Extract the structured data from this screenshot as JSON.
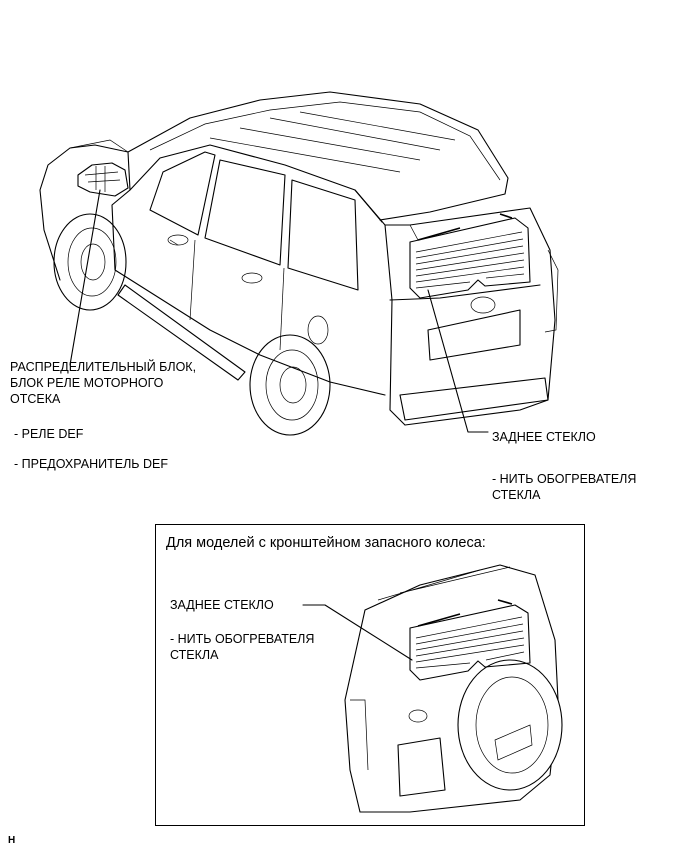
{
  "labels": {
    "relay_block_line1": "РАСПРЕДЕЛИТЕЛЬНЫЙ БЛОК,",
    "relay_block_line2": "БЛОК РЕЛЕ МОТОРНОГО",
    "relay_block_line3": "ОТСЕКА",
    "def_relay": "- РЕЛЕ DEF",
    "def_fuse": "- ПРЕДОХРАНИТЕЛЬ DEF",
    "rear_glass": "ЗАДНЕЕ СТЕКЛО",
    "heater_wire_line1": "- НИТЬ ОБОГРЕВАТЕЛЯ",
    "heater_wire_line2": "СТЕКЛА"
  },
  "inset": {
    "title": "Для моделей с кронштейном запасного колеса:",
    "rear_glass": "ЗАДНЕЕ СТЕКЛО",
    "heater_wire_line1": "- НИТЬ ОБОГРЕВАТЕЛЯ",
    "heater_wire_line2": "СТЕКЛА"
  },
  "figure_code": "H"
}
